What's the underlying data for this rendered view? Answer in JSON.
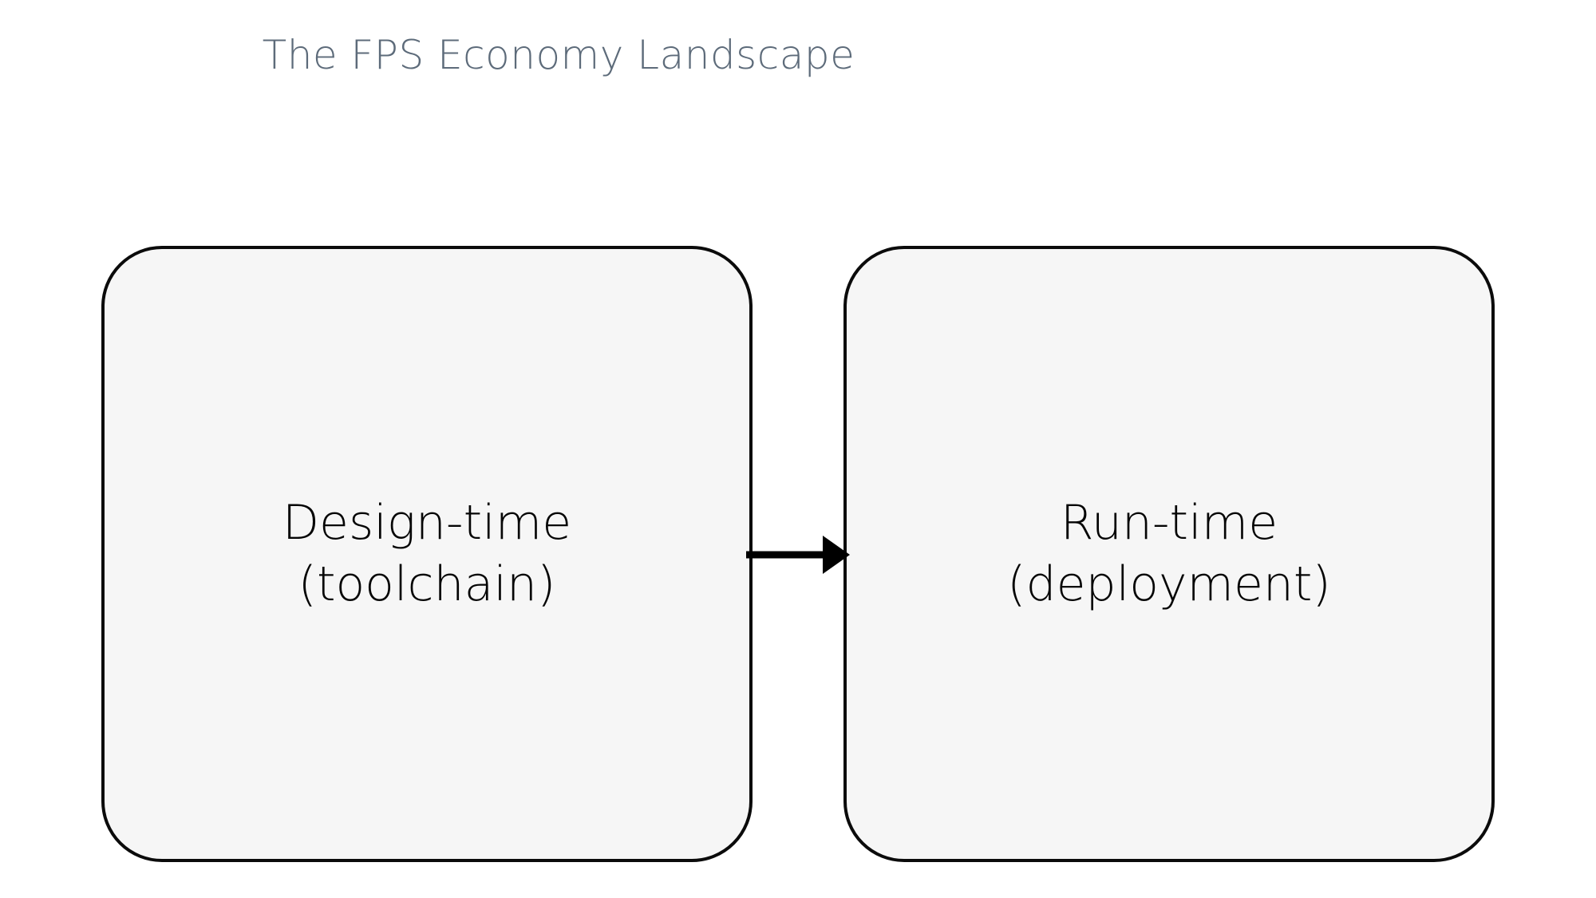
{
  "page": {
    "title": "The FPS Economy Landscape",
    "background_color": "#ffffff"
  },
  "diagram": {
    "type": "flowchart",
    "direction": "left-to-right",
    "title": "The FPS Economy Landscape",
    "title_color": "#5d6b7a",
    "node_fill_color": "#f6f6f6",
    "node_border_color": "#0b0b0b",
    "node_text_color": "#050505",
    "edge_color": "#000000",
    "nodes": [
      {
        "id": "design-time",
        "label": "Design-time\n(toolchain)",
        "line1": "Design-time",
        "line2": "(toolchain)",
        "shape": "rounded-rectangle"
      },
      {
        "id": "run-time",
        "label": "Run-time\n(deployment)",
        "line1": "Run-time",
        "line2": "(deployment)",
        "shape": "rounded-rectangle"
      }
    ],
    "edges": [
      {
        "id": "design-to-run",
        "from": "design-time",
        "to": "run-time",
        "label": "",
        "style": "solid",
        "arrowhead": "filled-triangle"
      }
    ]
  }
}
